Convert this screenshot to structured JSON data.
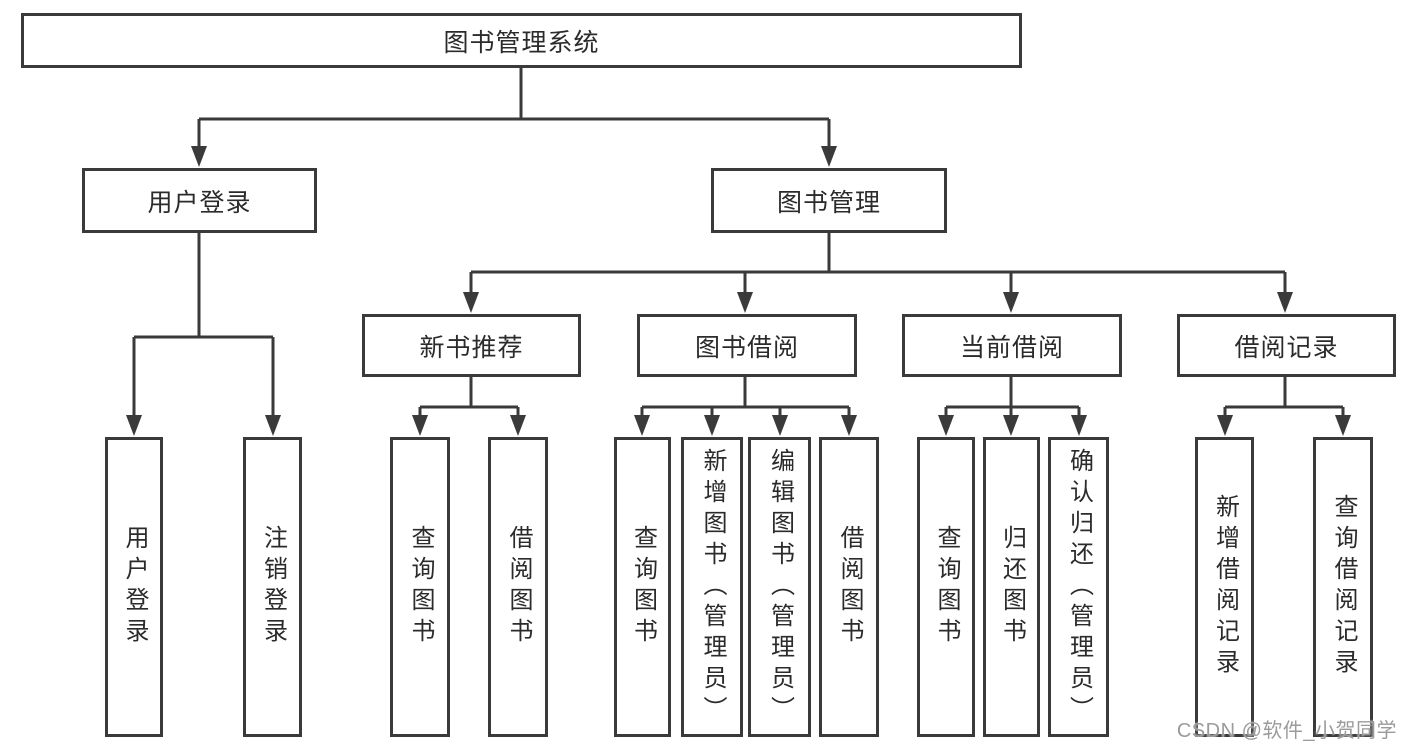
{
  "diagram": {
    "type": "hierarchy-tree",
    "nodes": {
      "root": "图书管理系统",
      "user_login": "用户登录",
      "book_management": "图书管理",
      "user_login_action": "用户登录",
      "logout_action": "注销登录",
      "new_book_recommend": "新书推荐",
      "book_borrow": "图书借阅",
      "current_borrow": "当前借阅",
      "borrow_records": "借阅记录",
      "rec_query_book": "查询图书",
      "rec_borrow_book": "借阅图书",
      "borrow_query_book": "查询图书",
      "borrow_add_book_admin": "新增图书（管理员）",
      "borrow_edit_book_admin": "编辑图书（管理员）",
      "borrow_borrow_book": "借阅图书",
      "current_query_book": "查询图书",
      "current_return_book": "归还图书",
      "current_confirm_return_admin": "确认归还（管理员）",
      "records_add_record": "新增借阅记录",
      "records_query_record": "查询借阅记录"
    },
    "edges": [
      [
        "图书管理系统",
        "用户登录"
      ],
      [
        "图书管理系统",
        "图书管理"
      ],
      [
        "用户登录",
        "用户登录"
      ],
      [
        "用户登录",
        "注销登录"
      ],
      [
        "图书管理",
        "新书推荐"
      ],
      [
        "图书管理",
        "图书借阅"
      ],
      [
        "图书管理",
        "当前借阅"
      ],
      [
        "图书管理",
        "借阅记录"
      ],
      [
        "新书推荐",
        "查询图书"
      ],
      [
        "新书推荐",
        "借阅图书"
      ],
      [
        "图书借阅",
        "查询图书"
      ],
      [
        "图书借阅",
        "新增图书（管理员）"
      ],
      [
        "图书借阅",
        "编辑图书（管理员）"
      ],
      [
        "图书借阅",
        "借阅图书"
      ],
      [
        "当前借阅",
        "查询图书"
      ],
      [
        "当前借阅",
        "归还图书"
      ],
      [
        "当前借阅",
        "确认归还（管理员）"
      ],
      [
        "借阅记录",
        "新增借阅记录"
      ],
      [
        "借阅记录",
        "查询借阅记录"
      ]
    ]
  },
  "colors": {
    "background": "#ffffff",
    "box_border": "#3a3a3a",
    "connector_line": "#3a3a3a",
    "text": "#2b2b2b",
    "watermark": "#9b9b9b"
  },
  "watermark": {
    "text": "CSDN @软件_小贺同学"
  }
}
